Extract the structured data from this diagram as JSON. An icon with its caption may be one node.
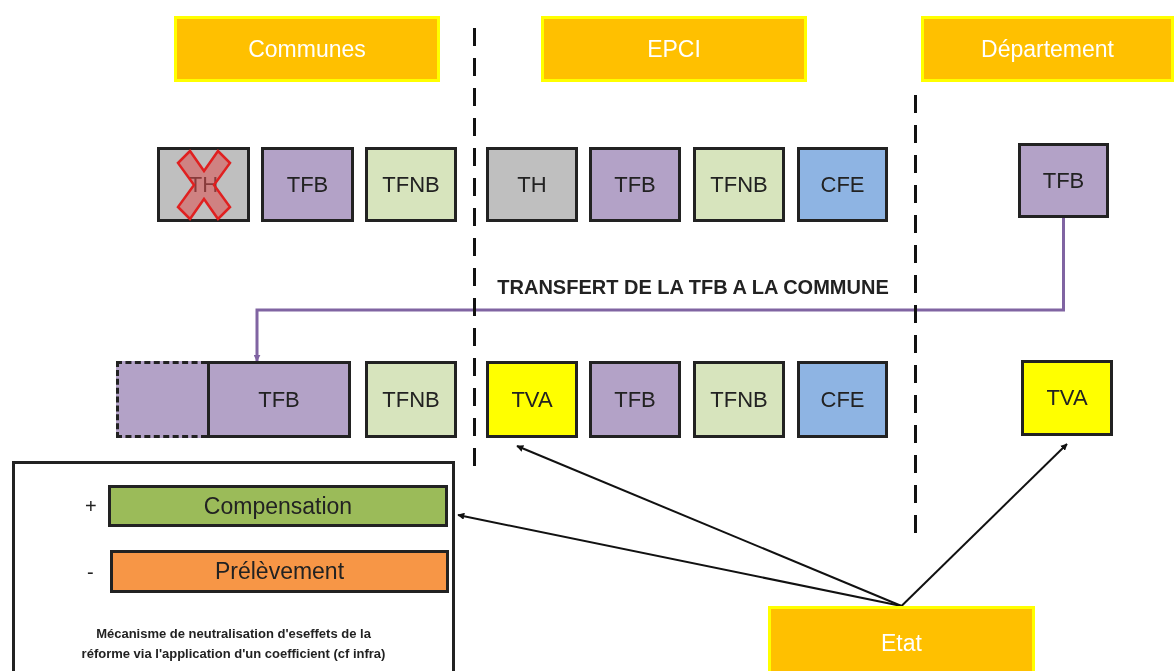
{
  "diagram": {
    "nodes": [
      {
        "text": [
          "Communes"
        ]
      },
      {
        "text": [
          "EPCI"
        ]
      },
      {
        "text": [
          "Département"
        ]
      },
      {
        "text": [
          "TH"
        ]
      },
      {
        "text": [
          "TFB"
        ]
      },
      {
        "text": [
          "TFNB"
        ]
      },
      {
        "text": [
          "TH"
        ]
      },
      {
        "text": [
          "TFB"
        ]
      },
      {
        "text": [
          "TFNB"
        ]
      },
      {
        "text": [
          "CFE"
        ]
      },
      {
        "text": [
          "TFB"
        ]
      },
      {
        "text": [],
        "shape": "box"
      },
      {
        "text": [
          "TFB"
        ]
      },
      {
        "text": [
          "TFNB"
        ]
      },
      {
        "text": [
          "TVA"
        ]
      },
      {
        "text": [
          "TFB"
        ]
      },
      {
        "text": [
          "TFNB"
        ]
      },
      {
        "text": [
          "CFE"
        ]
      },
      {
        "text": [
          "TVA"
        ]
      },
      {
        "text": [
          "Mécanisme de neutralisation d'eseffets de la réforme via l'application d'un coefficient (cf infra)"
        ]
      },
      {
        "text": [
          "Compensation"
        ],
        "in": 19,
        "beside": [
          "+"
        ]
      },
      {
        "text": [
          "Prélèvement"
        ],
        "in": 19,
        "beside": [
          "-"
        ]
      },
      {
        "text": [
          "Etat"
        ]
      }
    ],
    "edges": [
      {
        "from": 10,
        "to": 12,
        "arrow": "to",
        "label": "TRANSFERT DE LA TFB A LA COMMUNE",
        "color": "#8064a2"
      },
      {
        "from": 22,
        "to": 14,
        "arrow": "to"
      },
      {
        "from": 22,
        "to": 18,
        "arrow": "to"
      },
      {
        "from": 22,
        "to": 19,
        "arrow": "to"
      }
    ]
  }
}
